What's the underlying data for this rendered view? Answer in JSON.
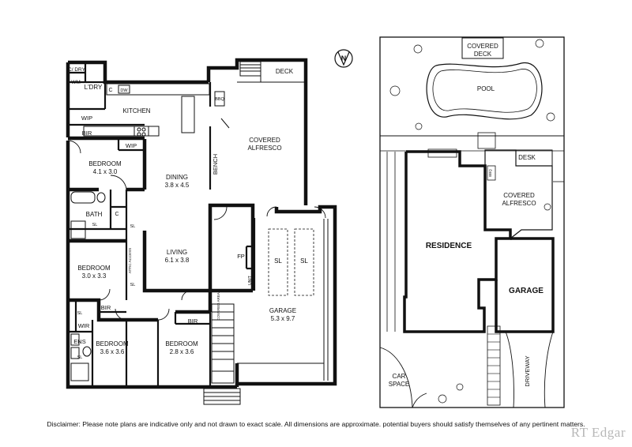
{
  "compass": {
    "letter": "N"
  },
  "floor_plan": {
    "rooms": {
      "c_dry": "C/ DRY",
      "wm": "WM",
      "laundry": "L'DRY",
      "c_top": "C",
      "dw": "DW",
      "kitchen": "KITCHEN",
      "wip_top": "WIP",
      "bir_top": "BIR",
      "wip_mid": "WIP",
      "bbq": "BBQ",
      "deck": "DECK",
      "covered_alfresco_line1": "COVERED",
      "covered_alfresco_line2": "ALFRESCO",
      "bedroom1_name": "BEDROOM",
      "bedroom1_size": "4.1 x 3.0",
      "dining_name": "DINING",
      "dining_size": "3.8 x 4.5",
      "bench": "BENCH",
      "bath": "BATH",
      "c_bath": "C",
      "sl_bath1": "SL",
      "sl_bath2": "SL",
      "bedroom2_name": "BEDROOM",
      "bedroom2_size": "3.0 x 3.3",
      "attic_access": "ATTIC ACCESS",
      "sl_bed2": "SL",
      "living_name": "LIVING",
      "living_size": "6.1 x 3.8",
      "fp": "FP",
      "unit": "UNIT",
      "sl_garage1": "SL",
      "sl_garage2": "SL",
      "bir_mid": "BIR",
      "covered_area": "COVERED AREA",
      "garage_name": "GARAGE",
      "garage_size": "5.3 x 9.7",
      "sl_wir": "SL",
      "wir": "WIR",
      "bir_bottom": "BIR",
      "ens": "ENS",
      "sl_ens": "SL",
      "bedroom3_name": "BEDROOM",
      "bedroom3_size": "3.6 x 3.6",
      "bedroom4_name": "BEDROOM",
      "bedroom4_size": "2.8 x 3.6"
    }
  },
  "site_plan": {
    "covered_deck_line1": "COVERED",
    "covered_deck_line2": "DECK",
    "pool": "POOL",
    "desk": "DESK",
    "bbq": "BBQ",
    "covered_alfresco_line1": "COVERED",
    "covered_alfresco_line2": "ALFRESCO",
    "residence": "RESIDENCE",
    "garage": "GARAGE",
    "car_space_line1": "CAR",
    "car_space_line2": "SPACE",
    "driveway": "DRIVEWAY"
  },
  "footer": {
    "disclaimer": "Disclaimer: Please note plans are indicative only and not drawn to exact scale.  All dimensions are approximate. potential buyers should satisfy themselves of any pertinent matters.",
    "brand": "RT Edgar"
  }
}
